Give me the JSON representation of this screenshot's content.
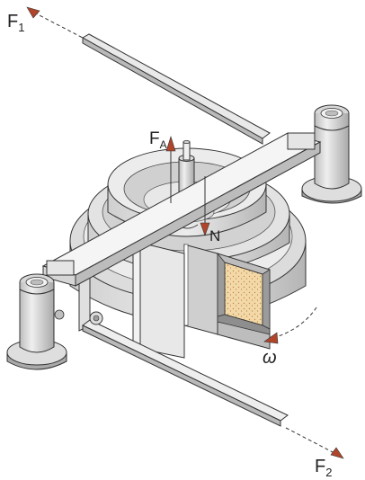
{
  "labels": {
    "f1": "F",
    "f1_sub": "1",
    "f2": "F",
    "f2_sub": "2",
    "fa": "F",
    "fa_sub": "A",
    "n": "N",
    "omega": "ω"
  },
  "colors": {
    "arrow": "#b0452c",
    "sample": "#f3d9a8",
    "sample_dots": "#c4874a",
    "metal_light": "#e6e6e6",
    "metal_mid": "#c8c8c8",
    "metal_dark": "#9a9a9a",
    "outline": "#333333"
  }
}
